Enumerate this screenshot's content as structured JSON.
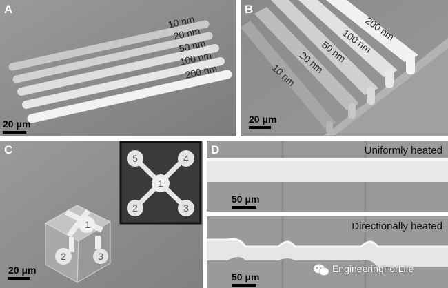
{
  "panels": {
    "a": {
      "label": "A",
      "scale_bar": "20 μm",
      "strips": [
        "10 nm",
        "20 nm",
        "50 nm",
        "100 nm",
        "200 nm"
      ]
    },
    "b": {
      "label": "B",
      "scale_bar": "20 μm",
      "strips": [
        "10 nm",
        "20 nm",
        "50 nm",
        "100 nm",
        "200 nm"
      ]
    },
    "c": {
      "label": "C",
      "scale_bar": "20 μm",
      "cube_numbers": [
        "1",
        "2",
        "3"
      ],
      "inset_numbers": [
        "1",
        "2",
        "3",
        "4",
        "5"
      ]
    },
    "d": {
      "label": "D",
      "top": {
        "caption": "Uniformly heated",
        "scale_bar": "50 μm"
      },
      "bottom": {
        "caption": "Directionally heated",
        "scale_bar": "50 μm"
      }
    }
  },
  "watermark": {
    "text": "EngineeringForLife",
    "icon": "wechat-icon"
  },
  "colors": {
    "background": "#8d8d8d",
    "film": "#ececec",
    "divider": "#ffffff"
  }
}
